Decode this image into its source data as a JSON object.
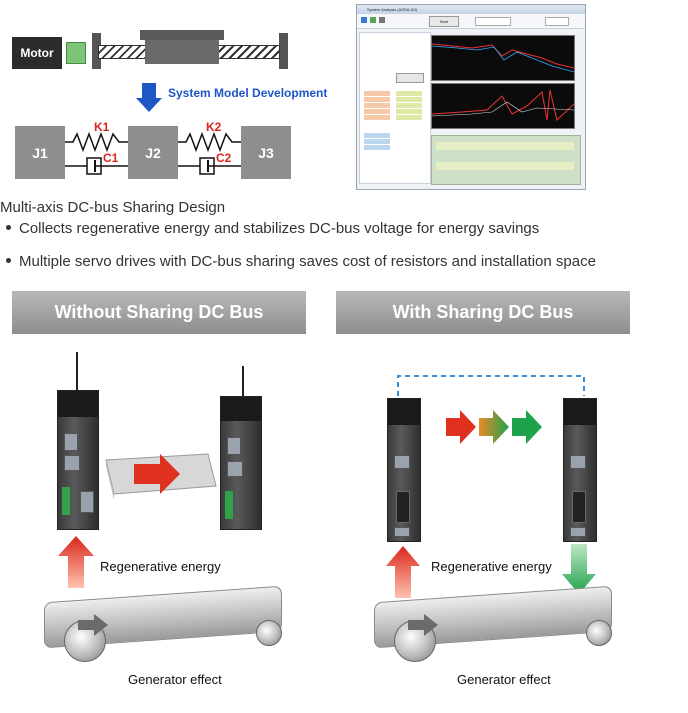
{
  "diagram": {
    "motor_label": "Motor",
    "system_model_label": "System Model Development",
    "joints": [
      "J1",
      "J2",
      "J3"
    ],
    "springs": [
      "K1",
      "K2"
    ],
    "dampers": [
      "C1",
      "C2"
    ]
  },
  "software_window": {
    "title": "System Analysis (ASDA-A3)",
    "start_button": "Start"
  },
  "intro": {
    "heading": "Multi-axis DC-bus Sharing Design",
    "bullets": [
      "Collects regenerative energy and stabilizes DC-bus voltage for energy savings",
      "Multiple servo drives with DC-bus sharing saves cost of resistors and installation space"
    ]
  },
  "panels": {
    "without": {
      "title": "Without Sharing DC Bus",
      "regen_label": "Regenerative energy",
      "generator_label": "Generator effect"
    },
    "with": {
      "title": "With Sharing DC Bus",
      "regen_label": "Regenerative energy",
      "generator_label": "Generator effect"
    }
  },
  "colors": {
    "accent_blue": "#1f56c6",
    "spring_red": "#d8261d",
    "arrow_red": "#e0301e",
    "arrow_orange": "#e98a2a",
    "arrow_green": "#1ea34a",
    "dashed_blue": "#3a8fd6",
    "header_gray": "#9e9e9e"
  }
}
